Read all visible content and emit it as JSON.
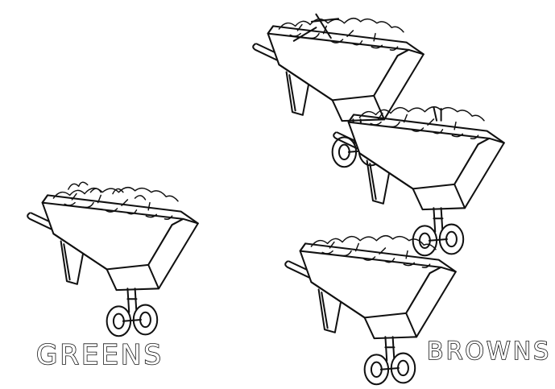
{
  "labels": {
    "greens": "GREENS",
    "browns": "BROWNS"
  },
  "wheelbarrows": [
    {
      "group": "greens",
      "contents": "green-material"
    },
    {
      "group": "browns",
      "contents": "brown-material"
    },
    {
      "group": "browns",
      "contents": "brown-material"
    },
    {
      "group": "browns",
      "contents": "brown-material"
    }
  ],
  "colors": {
    "ink": "#111111",
    "paper": "#ffffff"
  }
}
